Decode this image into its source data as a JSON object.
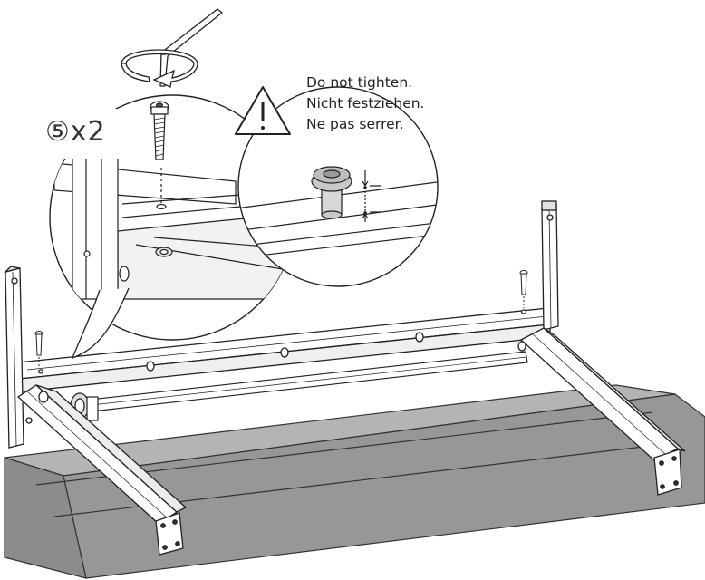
{
  "part_quantity": "⑤x2",
  "warning": {
    "icon": "warning-triangle-icon",
    "lines": [
      "Do not tighten.",
      "Nicht festziehen.",
      "Ne pas serrer."
    ]
  },
  "colors": {
    "line": "#222222",
    "board_top": "#b4b4b4",
    "board_side": "#979797",
    "board_front": "#8c8c8c",
    "metal_shade": "#e9e9e9"
  }
}
